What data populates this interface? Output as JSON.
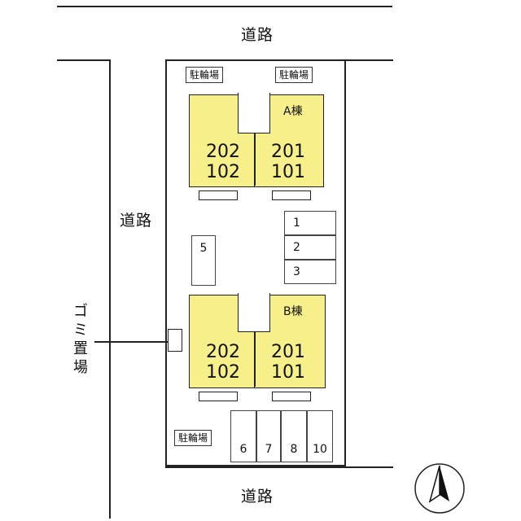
{
  "roads": {
    "top": "道路",
    "left": "道路",
    "bottom": "道路"
  },
  "bike_parking": {
    "top_left": "駐輪場",
    "top_right": "駐輪場",
    "bottom": "駐輪場"
  },
  "building_a": {
    "name": "A棟",
    "left_upper": "202",
    "left_lower": "102",
    "right_upper": "201",
    "right_lower": "101"
  },
  "building_b": {
    "name": "B棟",
    "left_upper": "202",
    "left_lower": "102",
    "right_upper": "201",
    "right_lower": "101"
  },
  "parking": {
    "right_stack": [
      "1",
      "2",
      "3"
    ],
    "left_single": "5",
    "bottom_row": [
      "6",
      "7",
      "8",
      "10"
    ]
  },
  "garbage": {
    "chars": [
      "ゴ",
      "ミ",
      "置",
      "場"
    ]
  },
  "compass": {
    "icon": "north-arrow-icon"
  }
}
